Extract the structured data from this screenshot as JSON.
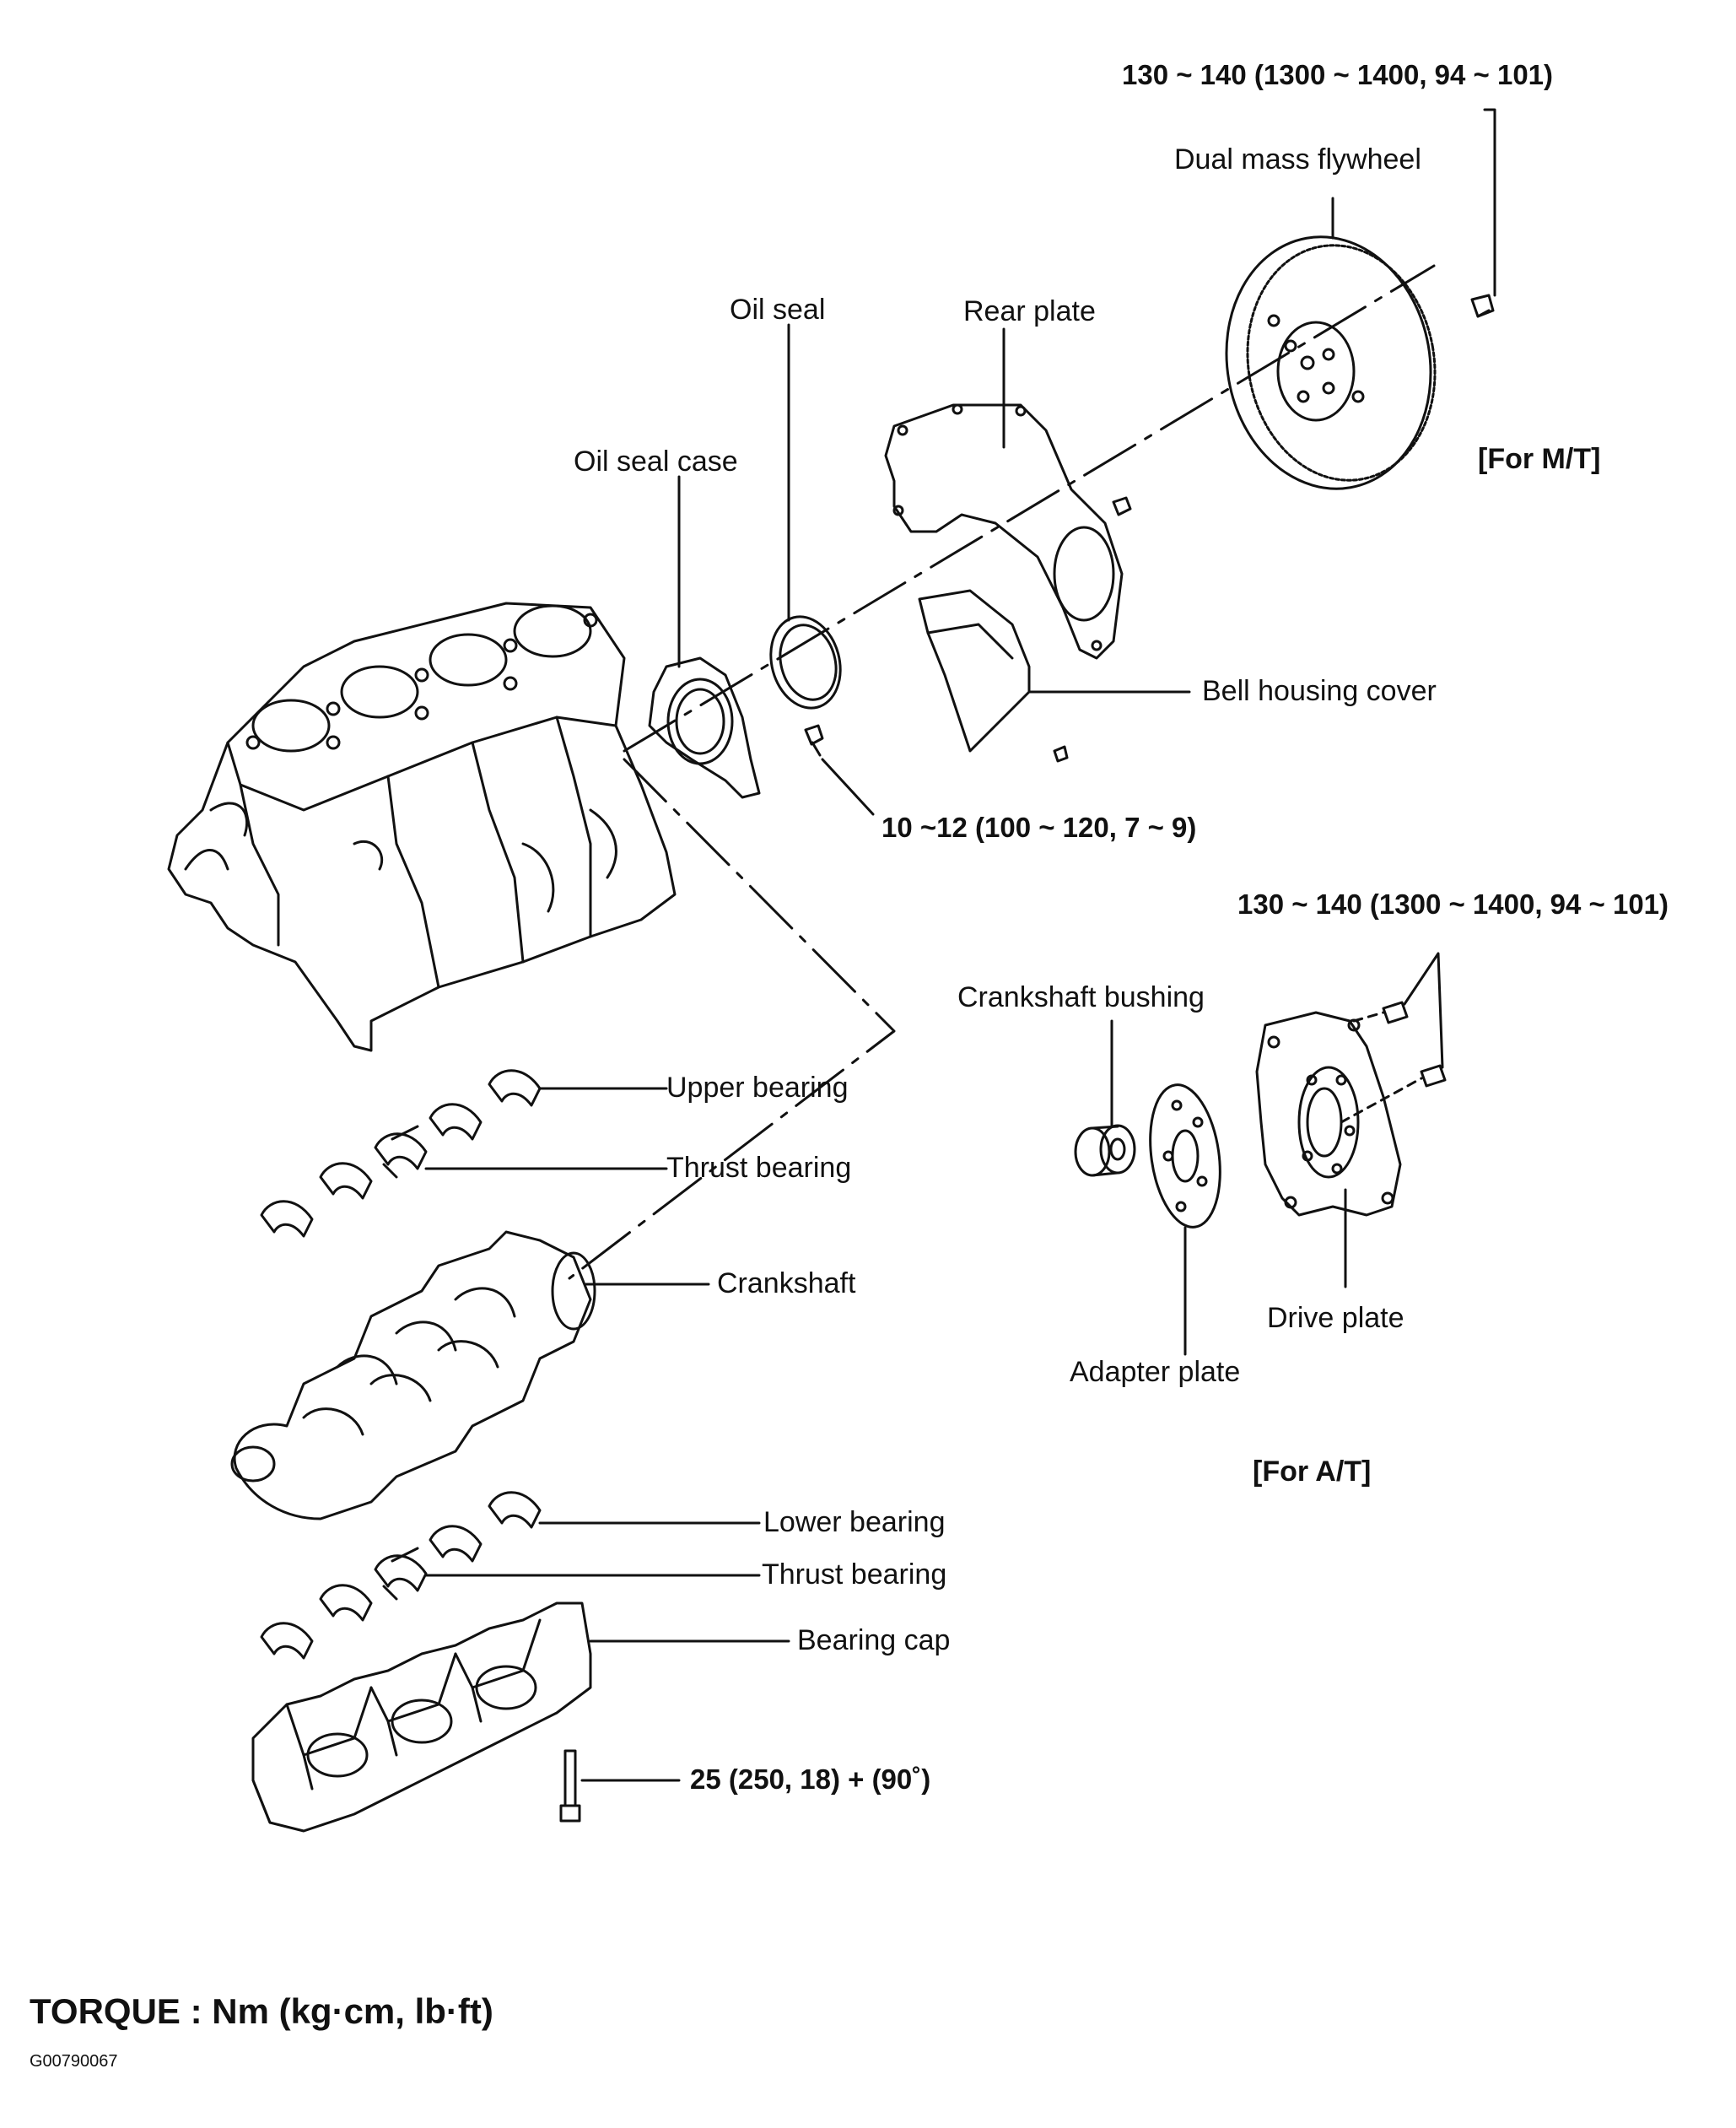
{
  "labels": {
    "torque_flywheel": "130 ~ 140 (1300 ~ 1400, 94 ~ 101)",
    "dual_mass_flywheel": "Dual mass flywheel",
    "oil_seal": "Oil seal",
    "rear_plate": "Rear plate",
    "oil_seal_case": "Oil seal case",
    "for_mt": "[For M/T]",
    "bell_housing_cover": "Bell housing cover",
    "torque_seal_case": "10 ~12 (100 ~ 120, 7 ~ 9)",
    "torque_drive_plate": "130 ~ 140 (1300 ~ 1400, 94 ~ 101)",
    "crankshaft_bushing": "Crankshaft bushing",
    "upper_bearing": "Upper bearing",
    "thrust_bearing_upper": "Thrust bearing",
    "crankshaft": "Crankshaft",
    "drive_plate": "Drive plate",
    "adapter_plate": "Adapter plate",
    "for_at": "[For A/T]",
    "lower_bearing": "Lower bearing",
    "thrust_bearing_lower": "Thrust bearing",
    "bearing_cap": "Bearing cap",
    "torque_bearing_cap": "25 (250, 18) + (90˚)"
  },
  "footer": {
    "torque_units": "TORQUE : Nm (kg·cm, lb·ft)",
    "figure_code": "G00790067"
  }
}
